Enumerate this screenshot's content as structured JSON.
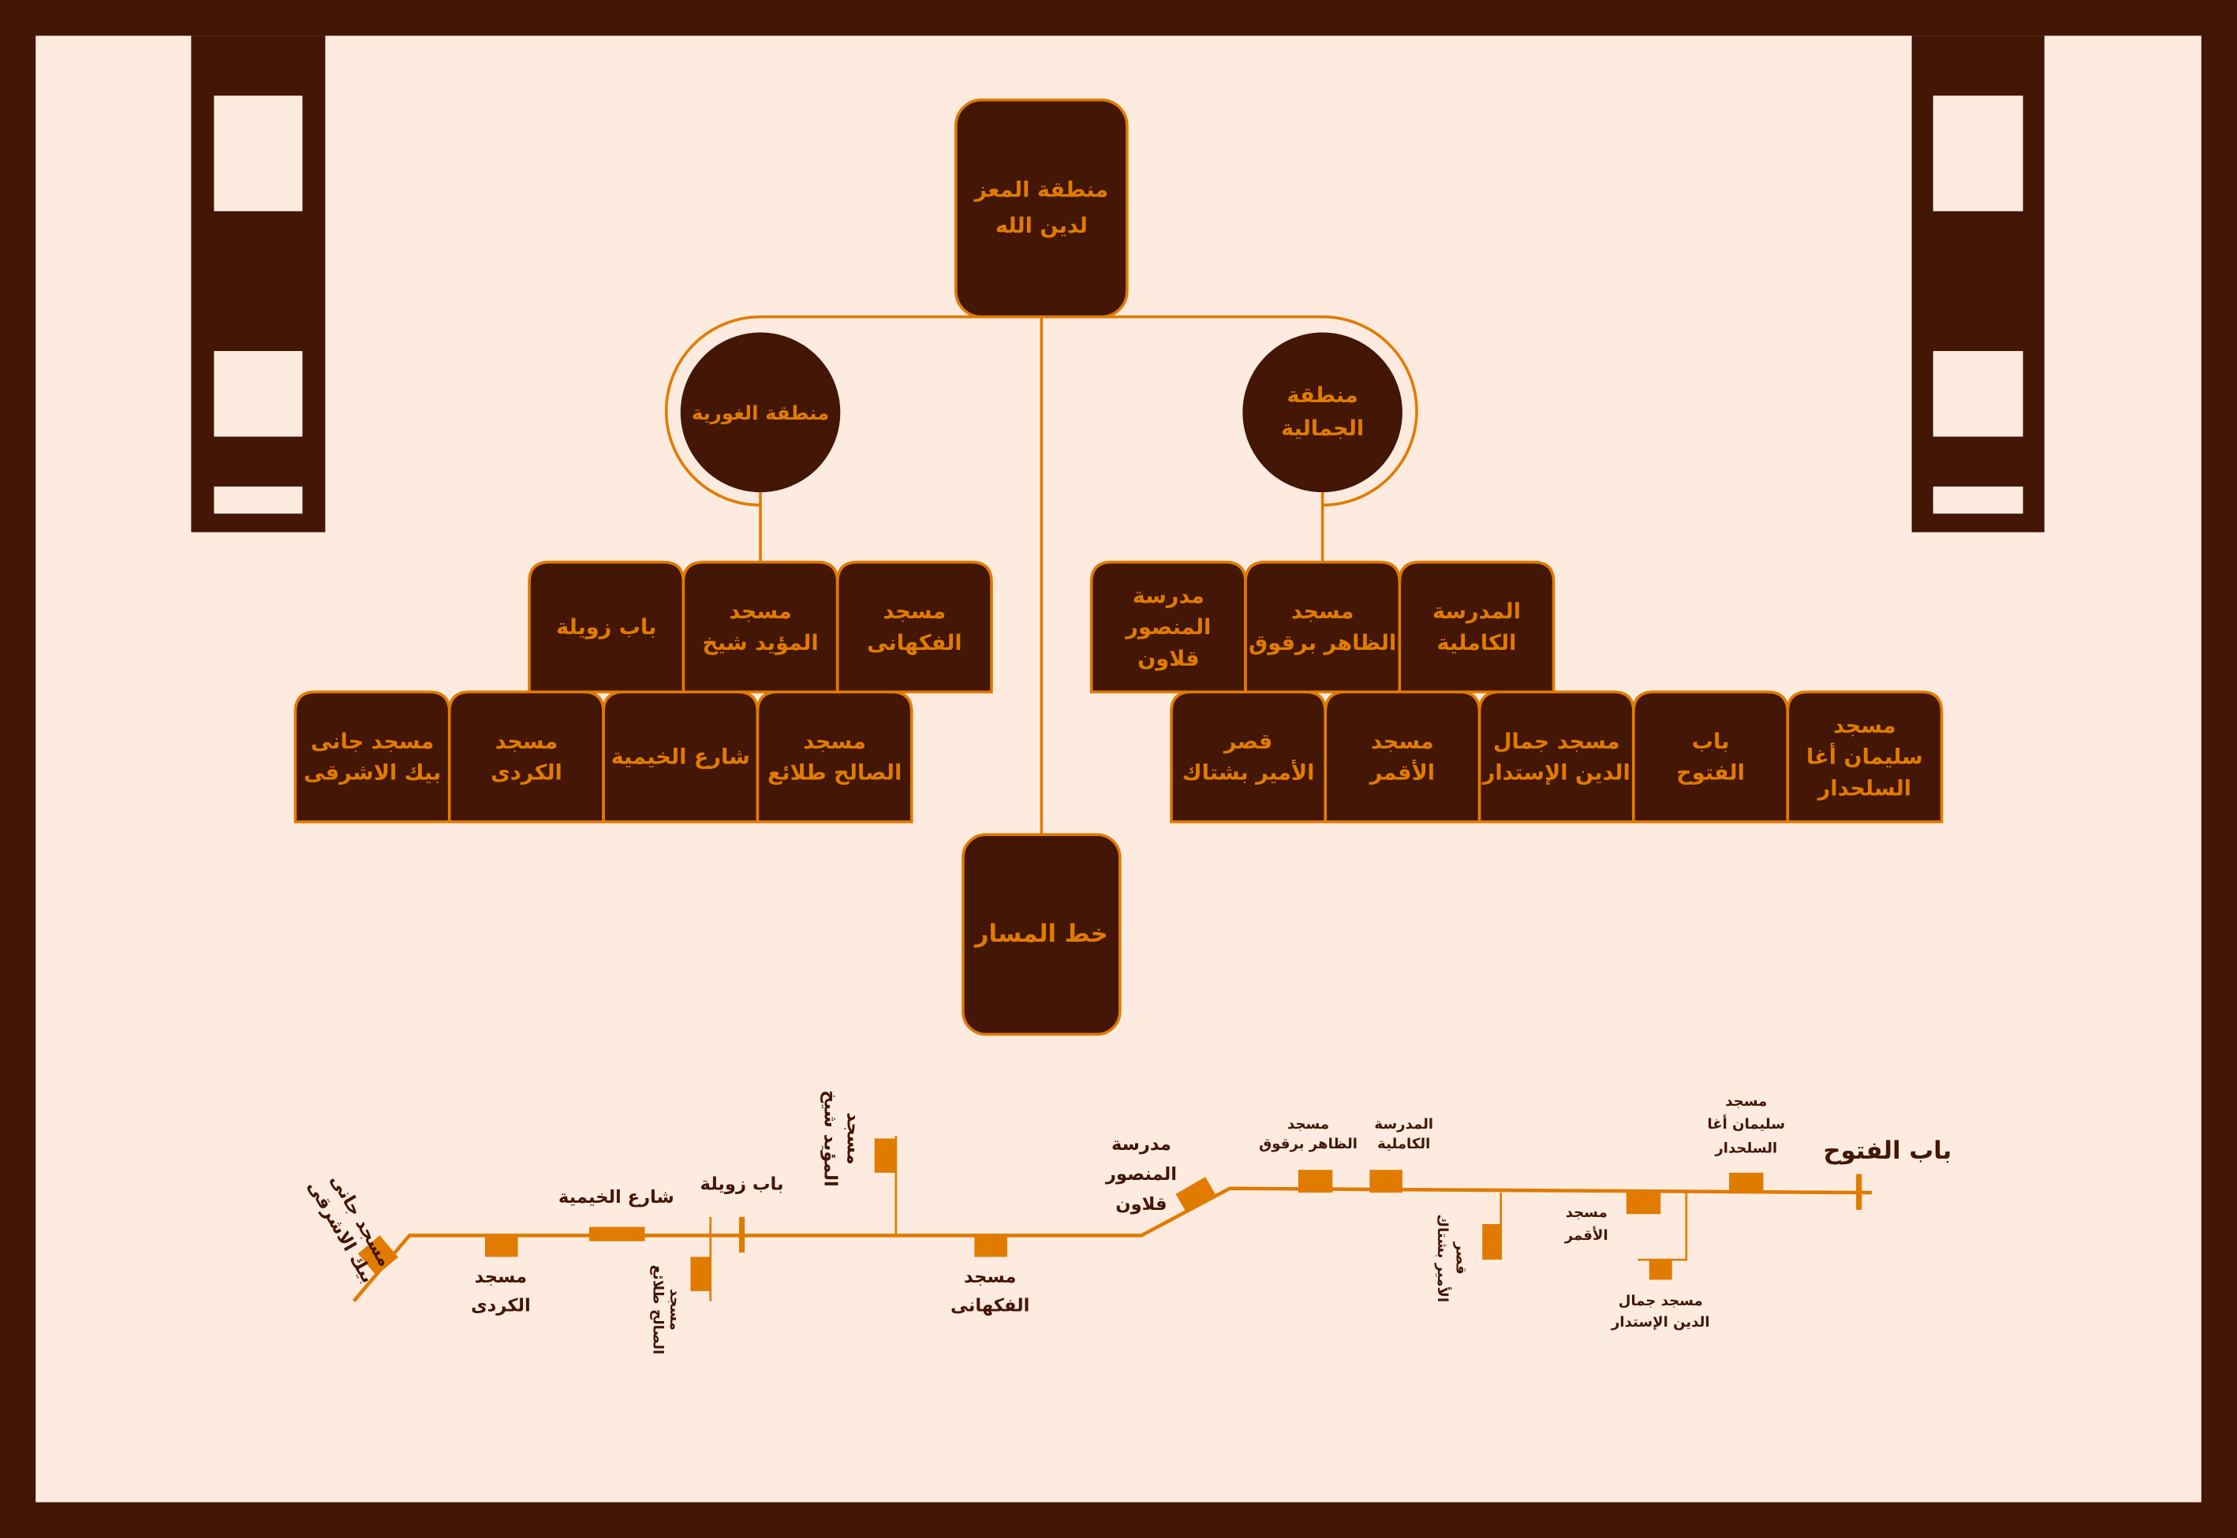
{
  "colors": {
    "dark": "#431605",
    "accent": "#e07b00",
    "background": "#fdebe0"
  },
  "root": {
    "line1": "منطقة المعز",
    "line2": "لدين الله"
  },
  "regions": {
    "ghuriya": {
      "line1": "منطقة الغورية"
    },
    "gamaliya": {
      "line1": "منطقة",
      "line2": "الجمالية"
    }
  },
  "ghuriya_boxes": [
    {
      "l1": "باب زويلة",
      "l2": ""
    },
    {
      "l1": "مسجد",
      "l2": "المؤيد شيخ"
    },
    {
      "l1": "مسجد",
      "l2": "الفكهانى"
    },
    {
      "l1": "مسجد جانى",
      "l2": "بيك الاشرقى"
    },
    {
      "l1": "مسجد",
      "l2": "الكردى"
    },
    {
      "l1": "شارع الخيمية",
      "l2": ""
    },
    {
      "l1": "مسجد",
      "l2": "الصالح طلائع"
    }
  ],
  "gamaliya_boxes": [
    {
      "l1": "مدرسة",
      "l2": "المنصور",
      "l3": "قلاون"
    },
    {
      "l1": "مسجد",
      "l2": "الظاهر برقوق",
      "l3": ""
    },
    {
      "l1": "المدرسة",
      "l2": "الكاملية",
      "l3": ""
    },
    {
      "l1": "قصر",
      "l2": "الأمير بشتاك",
      "l3": ""
    },
    {
      "l1": "مسجد",
      "l2": "الأقمر",
      "l3": ""
    },
    {
      "l1": "مسجد جمال",
      "l2": "الدين الإستدار",
      "l3": ""
    },
    {
      "l1": "باب",
      "l2": "الفتوح",
      "l3": ""
    },
    {
      "l1": "مسجد",
      "l2": "سليمان أغا",
      "l3": "السلحدار"
    }
  ],
  "route_box": {
    "label": "خط المسار"
  },
  "route": {
    "janibek": {
      "l1": "مسجد جانى",
      "l2": "بيك الاشرقى"
    },
    "kurdi": {
      "l1": "مسجد",
      "l2": "الكردى"
    },
    "khayamiya": {
      "l1": "شارع الخيمية"
    },
    "salih": {
      "l1": "مسجد",
      "l2": "الصالح طلائع"
    },
    "zuwayla": {
      "l1": "باب زويلة"
    },
    "muayyad": {
      "l1": "مسجد",
      "l2": "المؤيد شيخ"
    },
    "fakahani": {
      "l1": "مسجد",
      "l2": "الفكهانى"
    },
    "qalawun": {
      "l1": "مدرسة",
      "l2": "المنصور",
      "l3": "قلاون"
    },
    "zahir": {
      "l1": "مسجد",
      "l2": "الظاهر برقوق"
    },
    "kamiliya": {
      "l1": "المدرسة",
      "l2": "الكاملية"
    },
    "bashtak": {
      "l1": "قصر",
      "l2": "الأمير بشتاك"
    },
    "aqmar": {
      "l1": "مسجد",
      "l2": "الأقمر"
    },
    "jamal": {
      "l1": "مسجد جمال",
      "l2": "الدين الإستدار"
    },
    "sulayman": {
      "l1": "مسجد",
      "l2": "سليمان أغا",
      "l3": "السلحدار"
    },
    "futuh": {
      "l1": "باب الفتوح"
    }
  }
}
